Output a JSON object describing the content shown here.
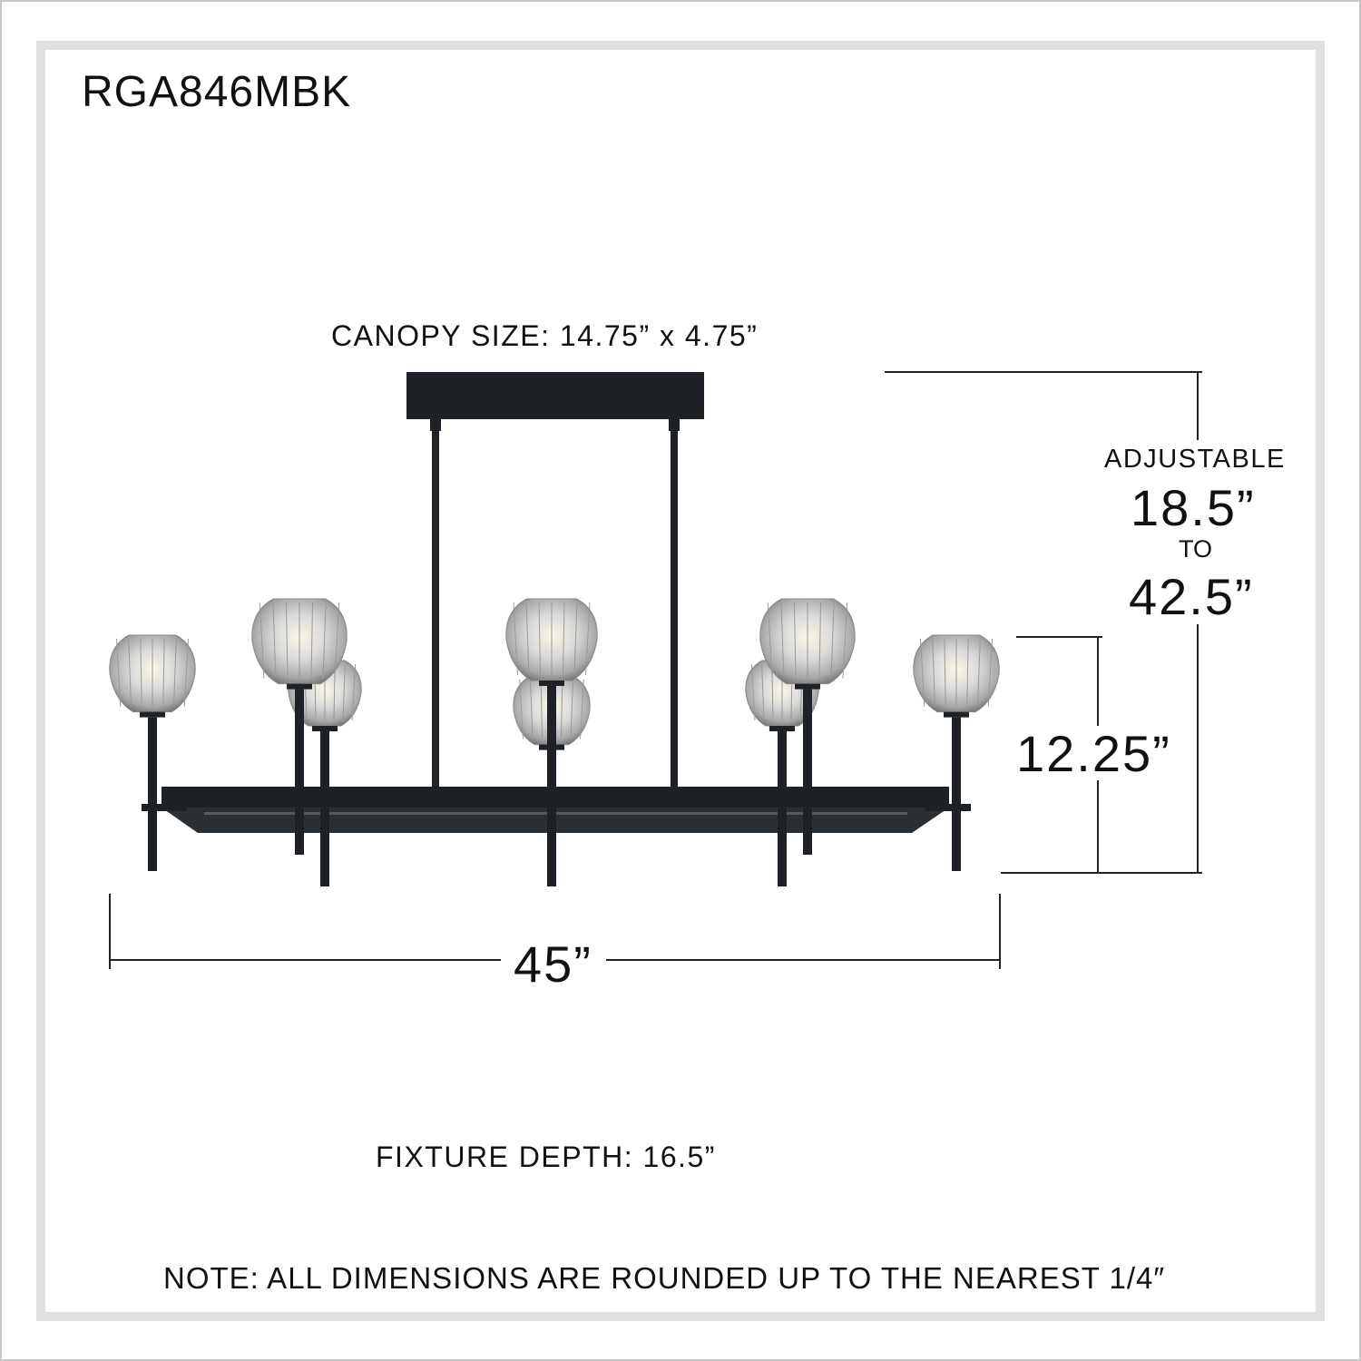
{
  "model": "RGA846MBK",
  "canopy_size": "CANOPY SIZE: 14.75” x 4.75”",
  "height_adjustable": {
    "label": "ADJUSTABLE",
    "min": "18.5”",
    "to": "TO",
    "max": "42.5”"
  },
  "fixture_height": "12.25”",
  "fixture_width": "45”",
  "fixture_depth": "FIXTURE DEPTH: 16.5”",
  "note": "NOTE:  ALL DIMENSIONS ARE ROUNDED UP TO THE NEAREST  1/4″",
  "colors": {
    "frame": "#e0e0e0",
    "fixture": "#1e2226",
    "text": "#111111"
  }
}
